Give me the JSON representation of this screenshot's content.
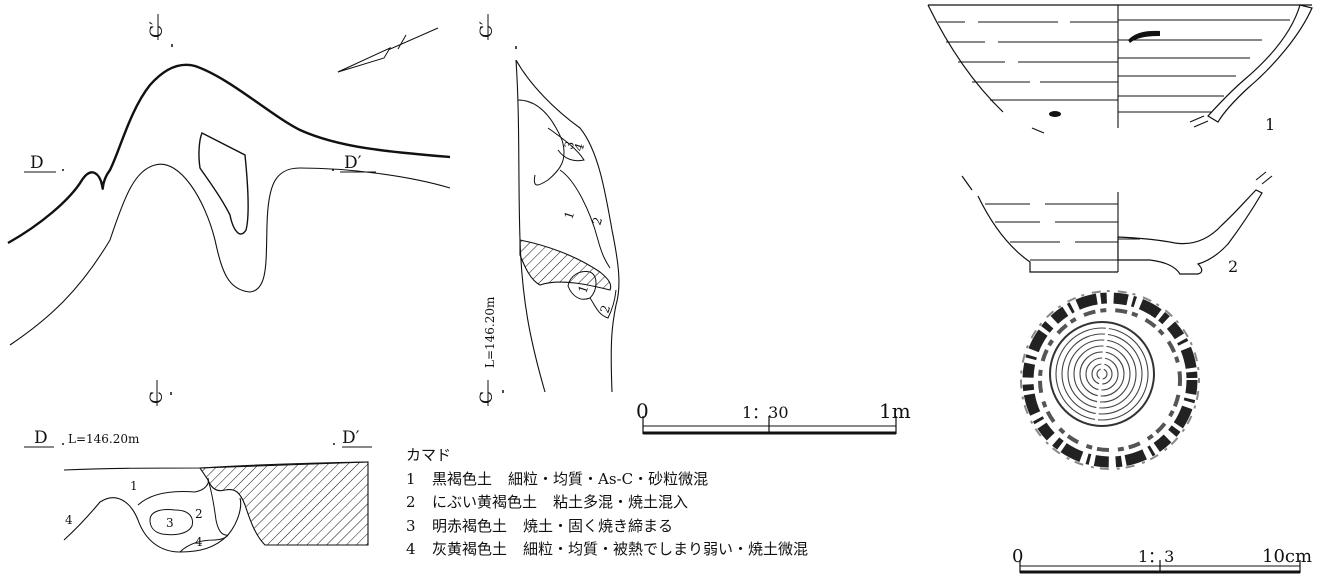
{
  "plan_labels": {
    "c_prime": "C′",
    "c": "C",
    "d": "D",
    "d_prime": "D′"
  },
  "section_dd": {
    "d": "D",
    "d_prime": "D′",
    "level": "L=146.20m",
    "layers": [
      "1",
      "2",
      "3",
      "4",
      "4"
    ]
  },
  "section_cc": {
    "c_prime": "C′",
    "c": "C",
    "level": "L=146.20m",
    "layers": [
      "1",
      "2",
      "3",
      "4",
      "1",
      "2"
    ]
  },
  "scale_feature": {
    "start": "0",
    "ratio": "1：30",
    "end": "1m"
  },
  "scale_pottery": {
    "start": "0",
    "ratio": "1：3",
    "end": "10cm"
  },
  "pottery": {
    "item1": "1",
    "item2": "2"
  },
  "legend": {
    "title": "カマド",
    "items": [
      {
        "no": "1",
        "soil": "黒褐色土",
        "desc": "細粒・均質・As-C・砂粒微混"
      },
      {
        "no": "2",
        "soil": "にぶい黄褐色土",
        "desc": "粘土多混・焼土混入"
      },
      {
        "no": "3",
        "soil": "明赤褐色土",
        "desc": "焼土・固く焼き締まる"
      },
      {
        "no": "4",
        "soil": "灰黄褐色土",
        "desc": "細粒・均質・被熱でしまり弱い・焼土微混"
      }
    ]
  }
}
